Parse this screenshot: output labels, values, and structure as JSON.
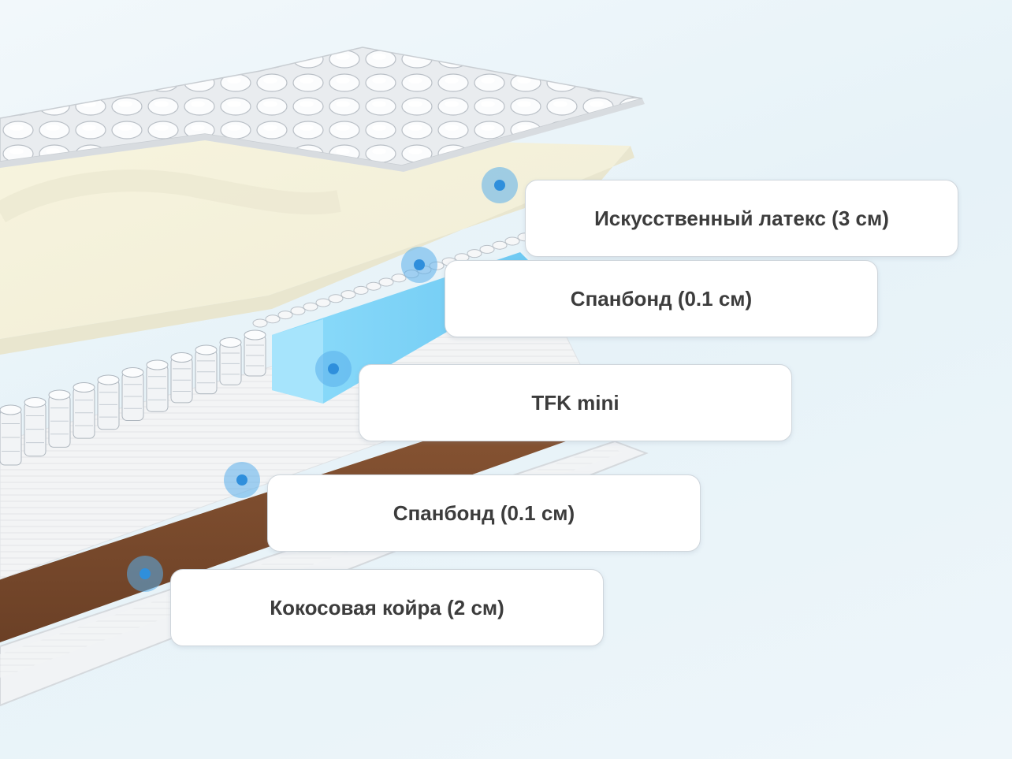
{
  "layers": [
    {
      "id": "latex",
      "label": "Искусственный латекс (3 см)"
    },
    {
      "id": "spanbond-top",
      "label": "Спанбонд (0.1 см)"
    },
    {
      "id": "tfk",
      "label": "TFK mini"
    },
    {
      "id": "spanbond-bottom",
      "label": "Спанбонд (0.1 см)"
    },
    {
      "id": "coir",
      "label": "Кокосовая койра (2 см)"
    }
  ],
  "colors": {
    "marker": "#5aafeb",
    "latex": "#f4f1dc",
    "coir": "#7a4a2c",
    "spring_block": "#8fd7f7",
    "label_text": "#3c3c3c"
  }
}
